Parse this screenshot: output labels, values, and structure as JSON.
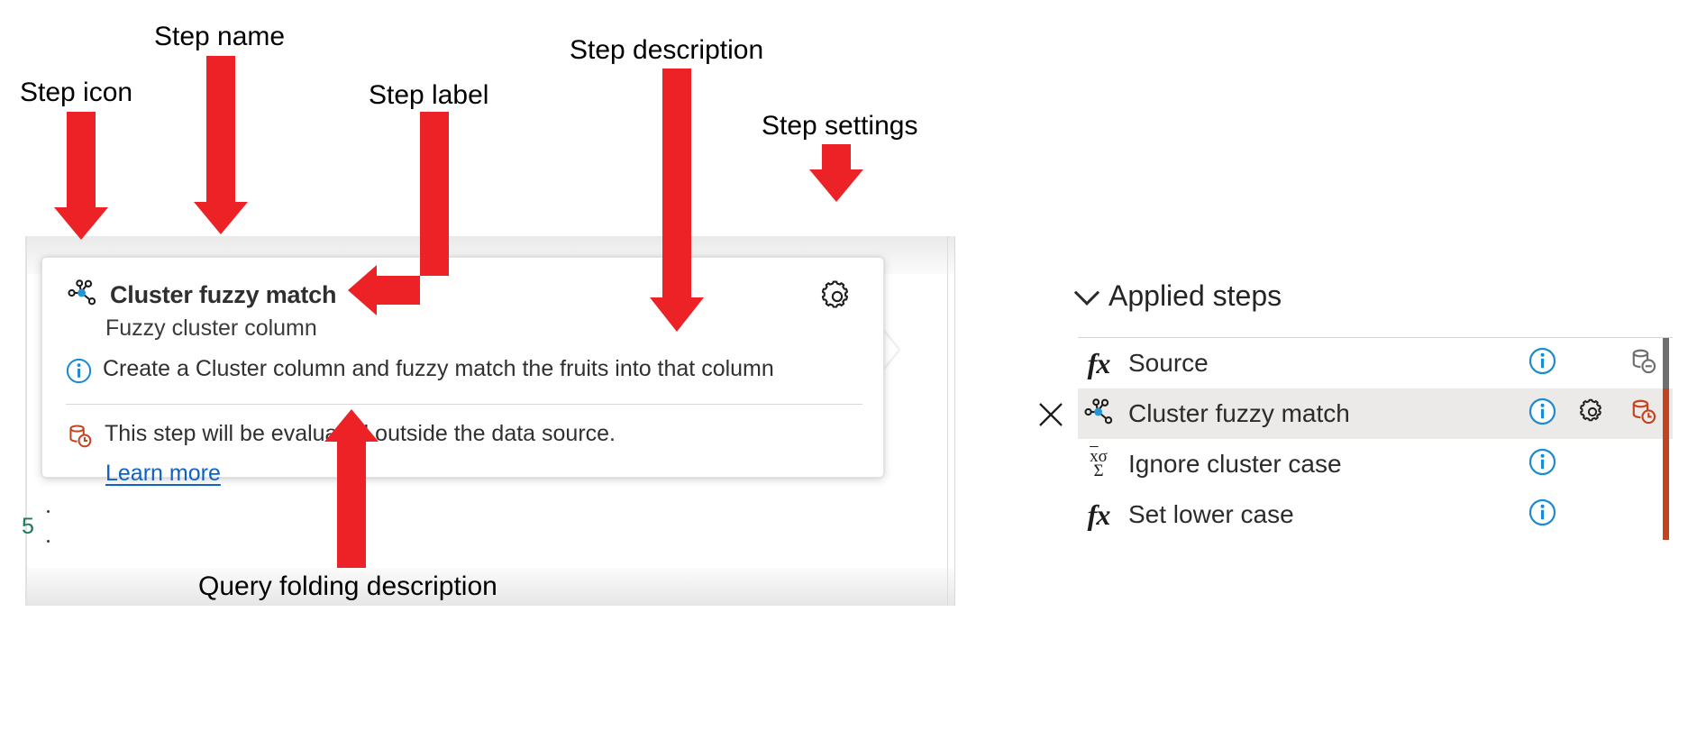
{
  "background": {
    "cell_value": "5"
  },
  "tooltip": {
    "icon": "cluster-fuzzy-match-icon",
    "title": "Cluster fuzzy match",
    "label": "Fuzzy cluster column",
    "description": "Create a Cluster column and fuzzy match the fruits into that column",
    "folding_icon": "database-clock-icon",
    "folding_text": "This step will be evaluated outside the data source.",
    "learn_more": "Learn more",
    "settings_icon": "gear-icon"
  },
  "applied_steps": {
    "header": "Applied steps",
    "collapse_icon": "chevron-down-icon",
    "steps": [
      {
        "icon": "fx-icon",
        "name": "Source",
        "selected": false,
        "has_info": true,
        "info_icon": "info-icon",
        "has_gear": false,
        "gear_icon": "",
        "folding_icon": "database-minus-icon",
        "folding_color": "#6e6e6e",
        "rail_color": "#6e6e6e",
        "has_delete": false
      },
      {
        "icon": "cluster-fuzzy-match-icon",
        "name": "Cluster fuzzy match",
        "selected": true,
        "has_info": true,
        "info_icon": "info-icon",
        "has_gear": true,
        "gear_icon": "gear-icon",
        "folding_icon": "database-clock-icon",
        "folding_color": "#c4431f",
        "rail_color": "#c4431f",
        "has_delete": true,
        "delete_icon": "close-icon"
      },
      {
        "icon": "statistics-icon",
        "name": "Ignore cluster case",
        "selected": false,
        "has_info": true,
        "info_icon": "info-icon",
        "has_gear": false,
        "gear_icon": "",
        "folding_icon": "",
        "folding_color": "",
        "rail_color": "#c4431f",
        "has_delete": false
      },
      {
        "icon": "fx-icon",
        "name": "Set lower case",
        "selected": false,
        "has_info": true,
        "info_icon": "info-icon",
        "has_gear": false,
        "gear_icon": "",
        "folding_icon": "",
        "folding_color": "",
        "rail_color": "#c4431f",
        "has_delete": false
      }
    ]
  },
  "annotations": [
    {
      "id": "step-icon",
      "text": "Step icon"
    },
    {
      "id": "step-name",
      "text": "Step name"
    },
    {
      "id": "step-label",
      "text": "Step label"
    },
    {
      "id": "step-description",
      "text": "Step description"
    },
    {
      "id": "step-settings",
      "text": "Step settings"
    },
    {
      "id": "query-folding",
      "text": "Query folding description"
    }
  ],
  "colors": {
    "annotation_red": "#EC2227",
    "link_blue": "#0F62C4",
    "info_blue": "#1A8BD4",
    "folding_orange": "#C4431F",
    "node_blue": "#2196D8",
    "cell_green": "#1A7A53"
  }
}
